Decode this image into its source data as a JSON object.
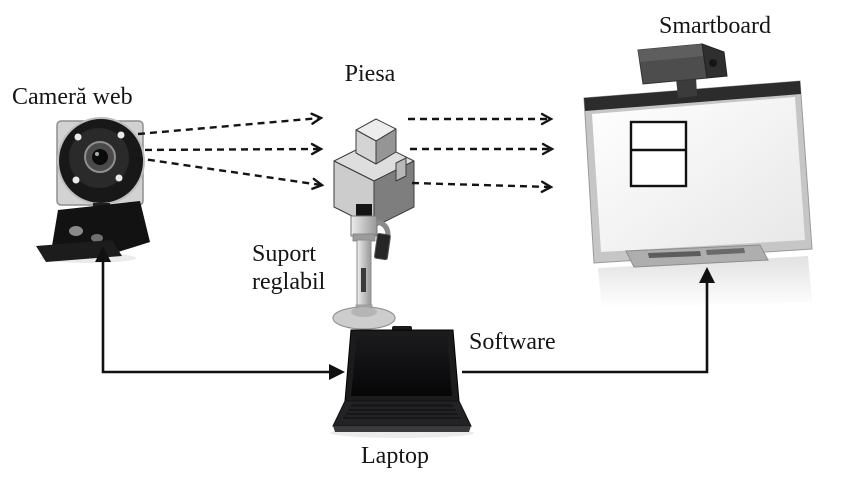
{
  "diagram": {
    "type": "system-setup-diagram",
    "labels": {
      "webcam": "Cameră web",
      "piesa": "Piesa",
      "smartboard": "Smartboard",
      "suport_line1": "Suport",
      "suport_line2": "reglabil",
      "software": "Software",
      "laptop": "Laptop"
    },
    "nodes": [
      {
        "id": "camera-web",
        "label": "Cameră web",
        "kind": "webcam photo"
      },
      {
        "id": "piesa",
        "label": "Piesa",
        "kind": "isometric machined part on stand"
      },
      {
        "id": "suport-reglabil",
        "label": "Suport reglabil",
        "kind": "adjustable metal stand"
      },
      {
        "id": "smartboard",
        "label": "Smartboard",
        "kind": "interactive whiteboard with projector, two-cell rectangle drawn on surface"
      },
      {
        "id": "laptop",
        "label": "Laptop",
        "kind": "laptop photo"
      }
    ],
    "connections": [
      {
        "from": "camera-web",
        "to": "piesa",
        "style": "dashed-arrows",
        "count": 3
      },
      {
        "from": "piesa",
        "to": "smartboard",
        "style": "dashed-arrows",
        "count": 3
      },
      {
        "from": "laptop",
        "to": "camera-web",
        "style": "solid-arrow-both-ends",
        "shape": "L"
      },
      {
        "from": "laptop",
        "to": "smartboard",
        "style": "solid-arrow",
        "shape": "L",
        "via_label": "Software"
      }
    ],
    "colors": {
      "background": "#ffffff",
      "arrow": "#141414",
      "label_text": "#151515",
      "board_rail": "#2c2c2c",
      "board_frame": "#c6c6c6",
      "board_surface": "#f5f5f5",
      "metal": "#c9c9c9",
      "device_dark": "#1a1a1a",
      "part_light_face": "#eaeaea",
      "part_mid_face": "#d2d2d2",
      "part_dark_face": "#8a8a8a"
    }
  }
}
